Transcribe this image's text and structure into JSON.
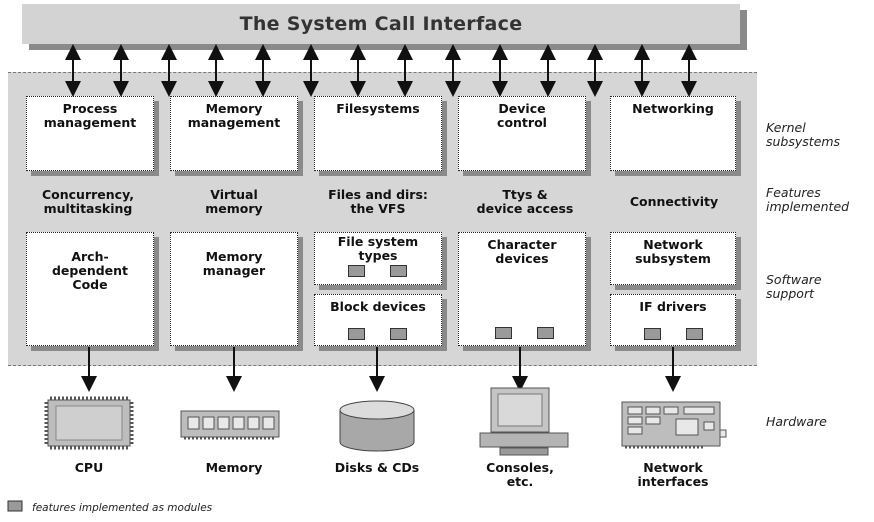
{
  "title": "The System Call Interface",
  "side_labels": {
    "kernel": [
      "Kernel",
      "subsystems"
    ],
    "features": [
      "Features",
      "implemented"
    ],
    "software": [
      "Software",
      "support"
    ],
    "hardware": "Hardware"
  },
  "subsystems": [
    [
      "Process",
      "management"
    ],
    [
      "Memory",
      "management"
    ],
    [
      "Filesystems"
    ],
    [
      "Device",
      "control"
    ],
    [
      "Networking"
    ]
  ],
  "features": [
    [
      "Concurrency,",
      "multitasking"
    ],
    [
      "Virtual",
      "memory"
    ],
    [
      "Files and dirs:",
      "the VFS"
    ],
    [
      "Ttys &",
      "device access"
    ],
    [
      "Connectivity"
    ]
  ],
  "software": {
    "arch": [
      "Arch-",
      "dependent",
      "Code"
    ],
    "memory_manager": [
      "Memory",
      "manager"
    ],
    "fs_types": [
      "File system",
      "types"
    ],
    "block_devices": "Block devices",
    "char_devices": [
      "Character",
      "devices"
    ],
    "net_subsystem": [
      "Network",
      "subsystem"
    ],
    "if_drivers": "IF drivers"
  },
  "hardware": [
    [
      "CPU"
    ],
    [
      "Memory"
    ],
    [
      "Disks & CDs"
    ],
    [
      "Consoles,",
      "etc."
    ],
    [
      "Network",
      "interfaces"
    ]
  ],
  "legend": "features implemented as modules",
  "colors": {
    "panel": "#d6d6d6",
    "shadow": "#8a8a8a",
    "module": "#9a9a9a"
  }
}
